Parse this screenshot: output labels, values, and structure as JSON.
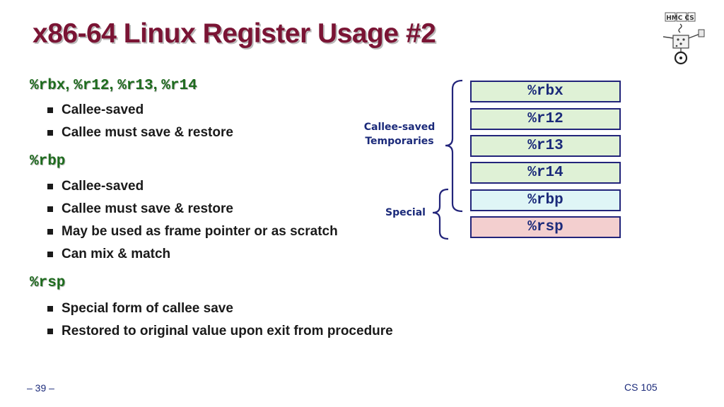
{
  "title": "x86-64 Linux Register Usage #2",
  "sections": [
    {
      "header_parts": [
        "%rbx",
        ", ",
        "%r12",
        ", ",
        "%r13",
        ", ",
        "%r14"
      ],
      "bullets": [
        "Callee-saved",
        "Callee must save & restore"
      ]
    },
    {
      "header_parts": [
        "%rbp"
      ],
      "bullets": [
        "Callee-saved",
        "Callee must save & restore",
        "May be used as frame pointer or as scratch",
        "Can mix & match"
      ]
    },
    {
      "header_parts": [
        "%rsp"
      ],
      "bullets": [
        "Special form of callee save",
        "Restored to original value upon exit from procedure"
      ]
    }
  ],
  "diagram": {
    "registers": [
      "%rbx",
      "%r12",
      "%r13",
      "%r14",
      "%rbp",
      "%rsp"
    ],
    "colors": {
      "green": "#dff1d6",
      "cyan": "#dff5f6",
      "pink": "#f3cfcf",
      "border": "#22247a"
    },
    "label_callee_saved_line1": "Callee-saved",
    "label_callee_saved_line2": "Temporaries",
    "label_special": "Special"
  },
  "footer": {
    "page_number": "– 39 –",
    "course": "CS 105"
  },
  "logo": {
    "text": "HMC CS",
    "icon": "hmc-cs-logo"
  }
}
